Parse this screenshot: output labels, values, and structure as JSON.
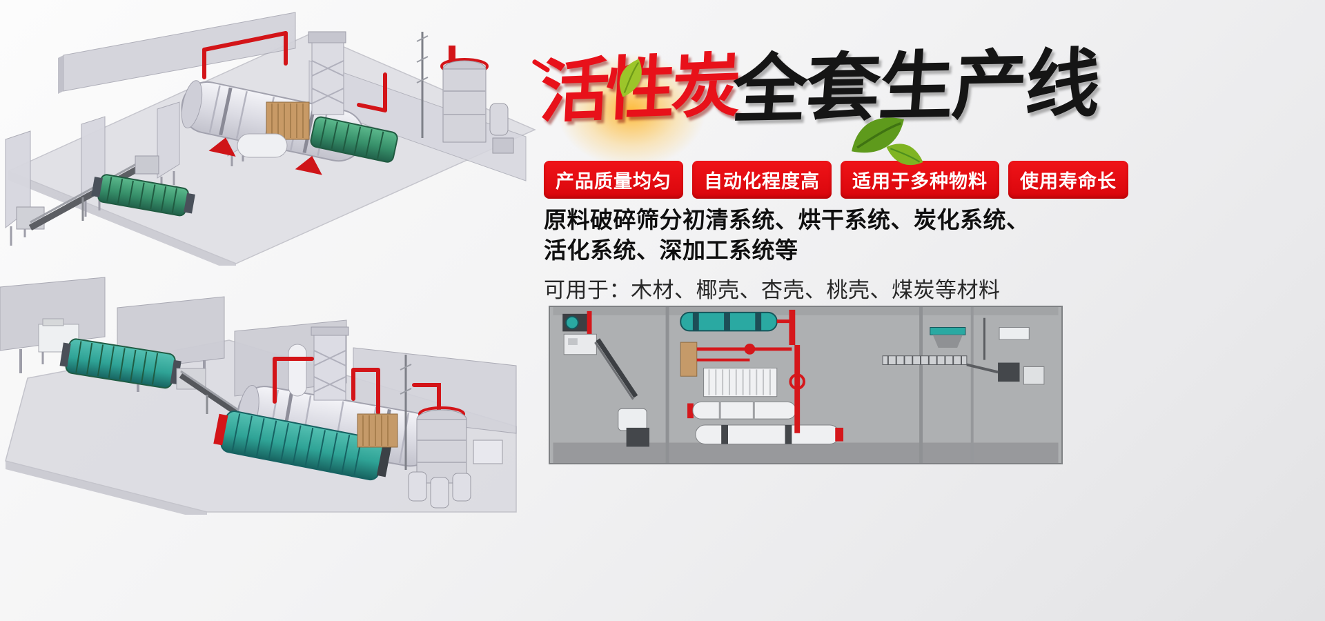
{
  "title": {
    "red": "活性炭",
    "black": "全套生产线"
  },
  "badges": [
    "产品质量均匀",
    "自动化程度高",
    "适用于多种物料",
    "使用寿命长"
  ],
  "description": {
    "line1": "原料破碎筛分初清系统、烘干系统、炭化系统、",
    "line2": "活化系统、深加工系统等",
    "line3": "可用于：木材、椰壳、杏壳、桃壳、煤炭等材料"
  },
  "colors": {
    "badge_red": "#e3060c",
    "title_red": "#e8111a",
    "title_black": "#151515",
    "pipe_red": "#d31418",
    "machine_teal": "#2aa9a2",
    "drum_green": "#37906a",
    "leaf_green": "#6aa81f",
    "panel_gray": "#aeb0b2"
  },
  "illustrations": {
    "top_left": "isometric-production-line-render",
    "bottom_left": "isometric-production-line-render",
    "bottom_right": "production-line-side-view-schematic"
  },
  "decorations": {
    "glow": "orange-glow",
    "leaves": "green-leaf",
    "flick": "red-brush-stroke"
  }
}
